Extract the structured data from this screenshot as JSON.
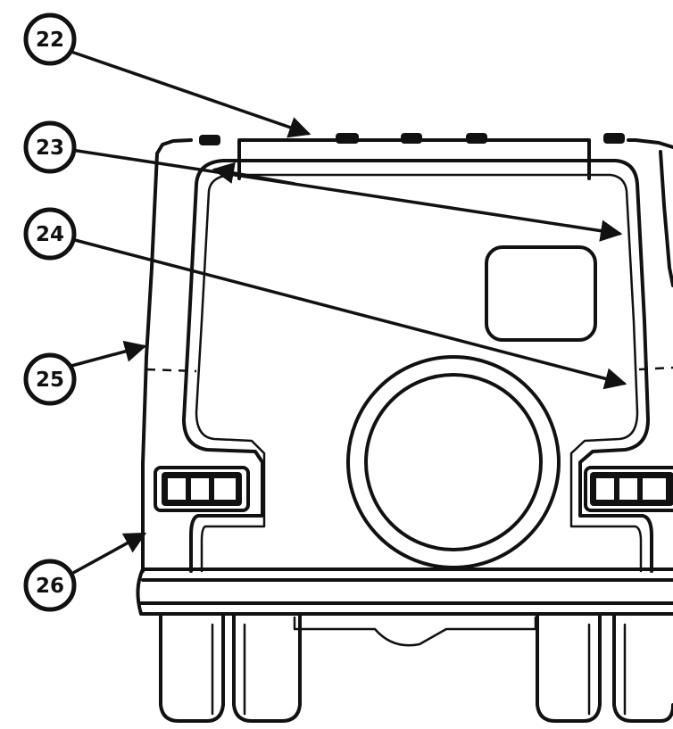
{
  "callouts": [
    {
      "id": "c22",
      "label": "22"
    },
    {
      "id": "c23",
      "label": "23"
    },
    {
      "id": "c24",
      "label": "24"
    },
    {
      "id": "c25",
      "label": "25"
    },
    {
      "id": "c26",
      "label": "26"
    }
  ]
}
